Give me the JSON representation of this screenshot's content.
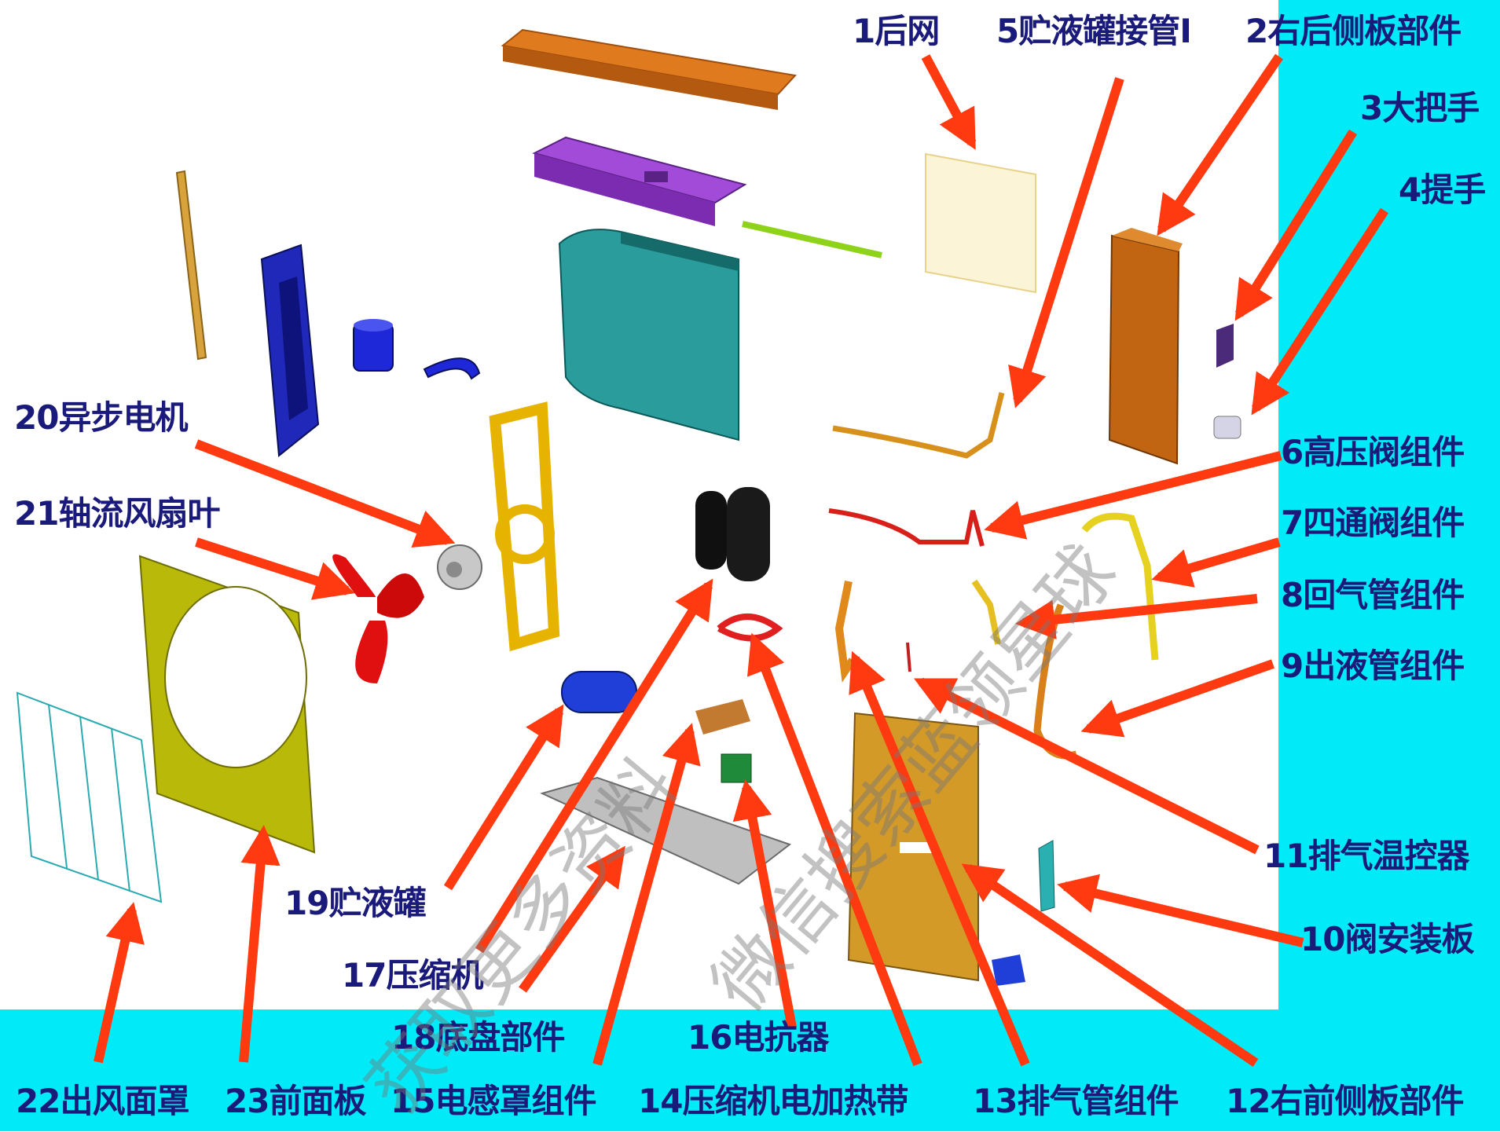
{
  "labels": {
    "l1": "1后网",
    "l2": "2右后侧板部件",
    "l3": "3大把手",
    "l4": "4提手",
    "l5": "5贮液罐接管I",
    "l6": "6高压阀组件",
    "l7": "7四通阀组件",
    "l8": "8回气管组件",
    "l9": "9出液管组件",
    "l10": "10阀安装板",
    "l11": "11排气温控器",
    "l12": "12右前侧板部件",
    "l13": "13排气管组件",
    "l14": "14压缩机电加热带",
    "l15": "15电感罩组件",
    "l16": "16电抗器",
    "l17": "17压缩机",
    "l18": "18底盘部件",
    "l19": "19贮液罐",
    "l20": "20异步电机",
    "l21": "21轴流风扇叶",
    "l22": "22出风面罩",
    "l23": "23前面板"
  },
  "watermark": {
    "line1": "获取更多资料",
    "line2": "微信搜索蓝领星球"
  },
  "colors": {
    "band": "#00eaf7",
    "label": "#1a1a7a",
    "arrow": "#ff3a10"
  }
}
